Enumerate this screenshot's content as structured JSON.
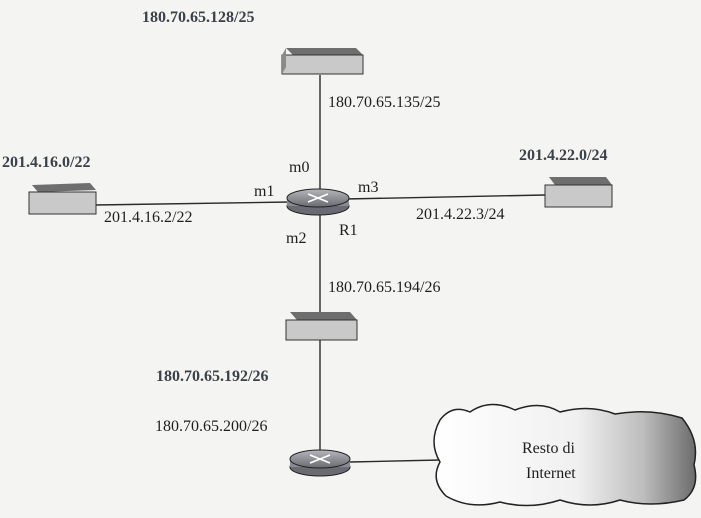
{
  "networks": {
    "top": "180.70.65.128/25",
    "left": "201.4.16.0/22",
    "right": "201.4.22.0/24",
    "bottom": "180.70.65.192/26"
  },
  "addresses": {
    "top_link": "180.70.65.135/25",
    "left_link": "201.4.16.2/22",
    "right_link": "201.4.22.3/24",
    "m2_link": "180.70.65.194/26",
    "lower_router": "180.70.65.200/26"
  },
  "router": {
    "name": "R1",
    "interfaces": {
      "m0": "m0",
      "m1": "m1",
      "m2": "m2",
      "m3": "m3"
    }
  },
  "cloud": {
    "line1": "Resto di",
    "line2": "Internet"
  },
  "colors": {
    "line": "#2a2a2a",
    "switch_top": "#6e6e6e",
    "switch_front": "#c9c9c9",
    "router_body": "#9a9aa0",
    "router_top": "#5e5e66"
  }
}
